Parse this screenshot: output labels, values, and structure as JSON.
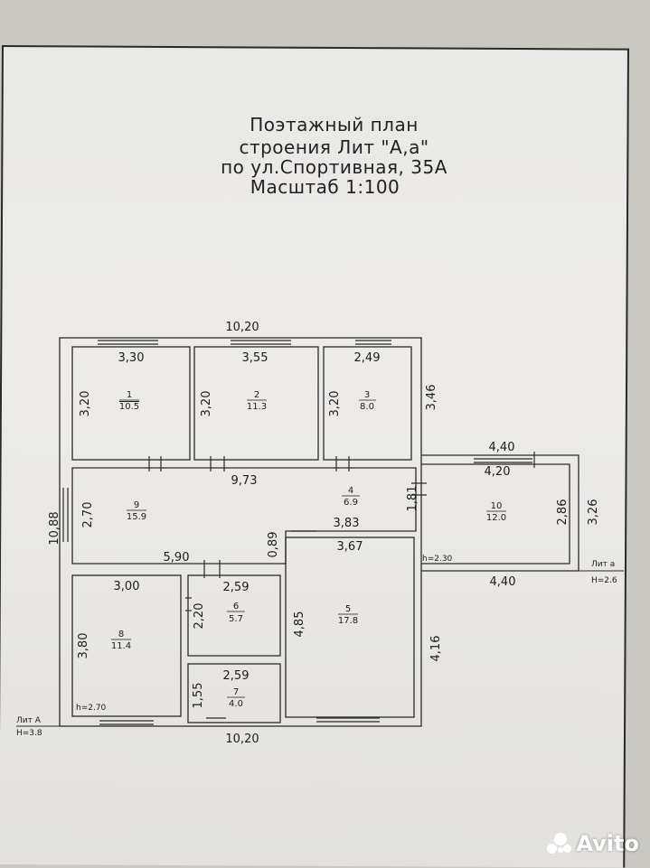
{
  "title": {
    "line1": "Поэтажный план",
    "line2": "строения Лит \"А,а\"",
    "line3": "по ул.Спортивная, 35А",
    "line4": "Масштаб 1:100"
  },
  "dimensions": {
    "top_overall": "10,20",
    "bottom_overall": "10,20",
    "left_overall": "10,88",
    "right_upper": "3,46",
    "corridor_length": "9,73",
    "annex_top_outer": "4,40",
    "annex_top_inner": "4,20",
    "annex_bottom": "4,40",
    "annex_inner_height": "2,86",
    "annex_outer_height": "3,26",
    "corridor_hall_height": "1,81",
    "hall_bridge": "0,89"
  },
  "rooms": [
    {
      "number": "1",
      "area": "10.5",
      "width": "3,30",
      "height": "3,20"
    },
    {
      "number": "2",
      "area": "11.3",
      "width": "3,55",
      "height": "3,20"
    },
    {
      "number": "3",
      "area": "8.0",
      "width": "2,49",
      "height": "3,20"
    },
    {
      "number": "4",
      "area": "6.9"
    },
    {
      "number": "5",
      "area": "17.8",
      "width_top": "3,83",
      "width_inner": "3,67",
      "height_left": "4,85",
      "height_right": "4,16"
    },
    {
      "number": "6",
      "area": "5.7",
      "width": "2,59",
      "height": "2,20"
    },
    {
      "number": "7",
      "area": "4.0",
      "width": "2,59",
      "height": "1,55"
    },
    {
      "number": "8",
      "area": "11.4",
      "width": "3,00",
      "height": "3,80"
    },
    {
      "number": "9",
      "area": "15.9",
      "width": "5,90",
      "height": "2,70"
    },
    {
      "number": "10",
      "area": "12.0"
    }
  ],
  "notes": {
    "lit_a_label": "Лит А",
    "lit_a_height": "H=3.8",
    "lit_a_small_label": "Лит а",
    "lit_a_small_height": "H=2.6",
    "h_main": "h=2.70",
    "h_annex": "h=2.30"
  },
  "watermark": {
    "text": "Avito"
  },
  "colors": {
    "line": "#2a2a2a",
    "paper": "#eaeae7",
    "background": "#c9c8c2"
  }
}
